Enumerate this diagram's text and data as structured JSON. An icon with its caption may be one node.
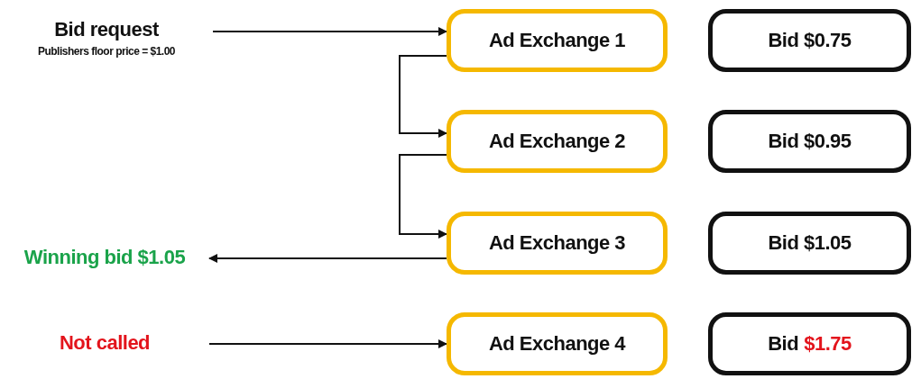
{
  "diagram": {
    "nodes": [
      {
        "text": [
          "Bid request",
          "Publishers floor price = $1.00"
        ]
      },
      {
        "text": [
          "Ad Exchange 1"
        ]
      },
      {
        "text": [
          "Bid $0.75"
        ]
      },
      {
        "text": [
          "Ad Exchange 2"
        ]
      },
      {
        "text": [
          "Bid $0.95"
        ]
      },
      {
        "text": [
          "Ad Exchange 3"
        ]
      },
      {
        "text": [
          "Bid $1.05"
        ]
      },
      {
        "text": [
          "Winning bid $1.05"
        ]
      },
      {
        "text": [
          "Not called"
        ]
      },
      {
        "text": [
          "Ad Exchange 4"
        ]
      },
      {
        "text": [
          "Bid",
          "$1.75"
        ]
      }
    ],
    "edges": [
      {
        "from": 0,
        "to": 1,
        "arrow": "to"
      },
      {
        "from": 1,
        "to": 3,
        "arrow": "to"
      },
      {
        "from": 3,
        "to": 5,
        "arrow": "to"
      },
      {
        "from": 5,
        "to": 7,
        "arrow": "to"
      },
      {
        "from": 8,
        "to": 9,
        "arrow": "to"
      }
    ]
  }
}
